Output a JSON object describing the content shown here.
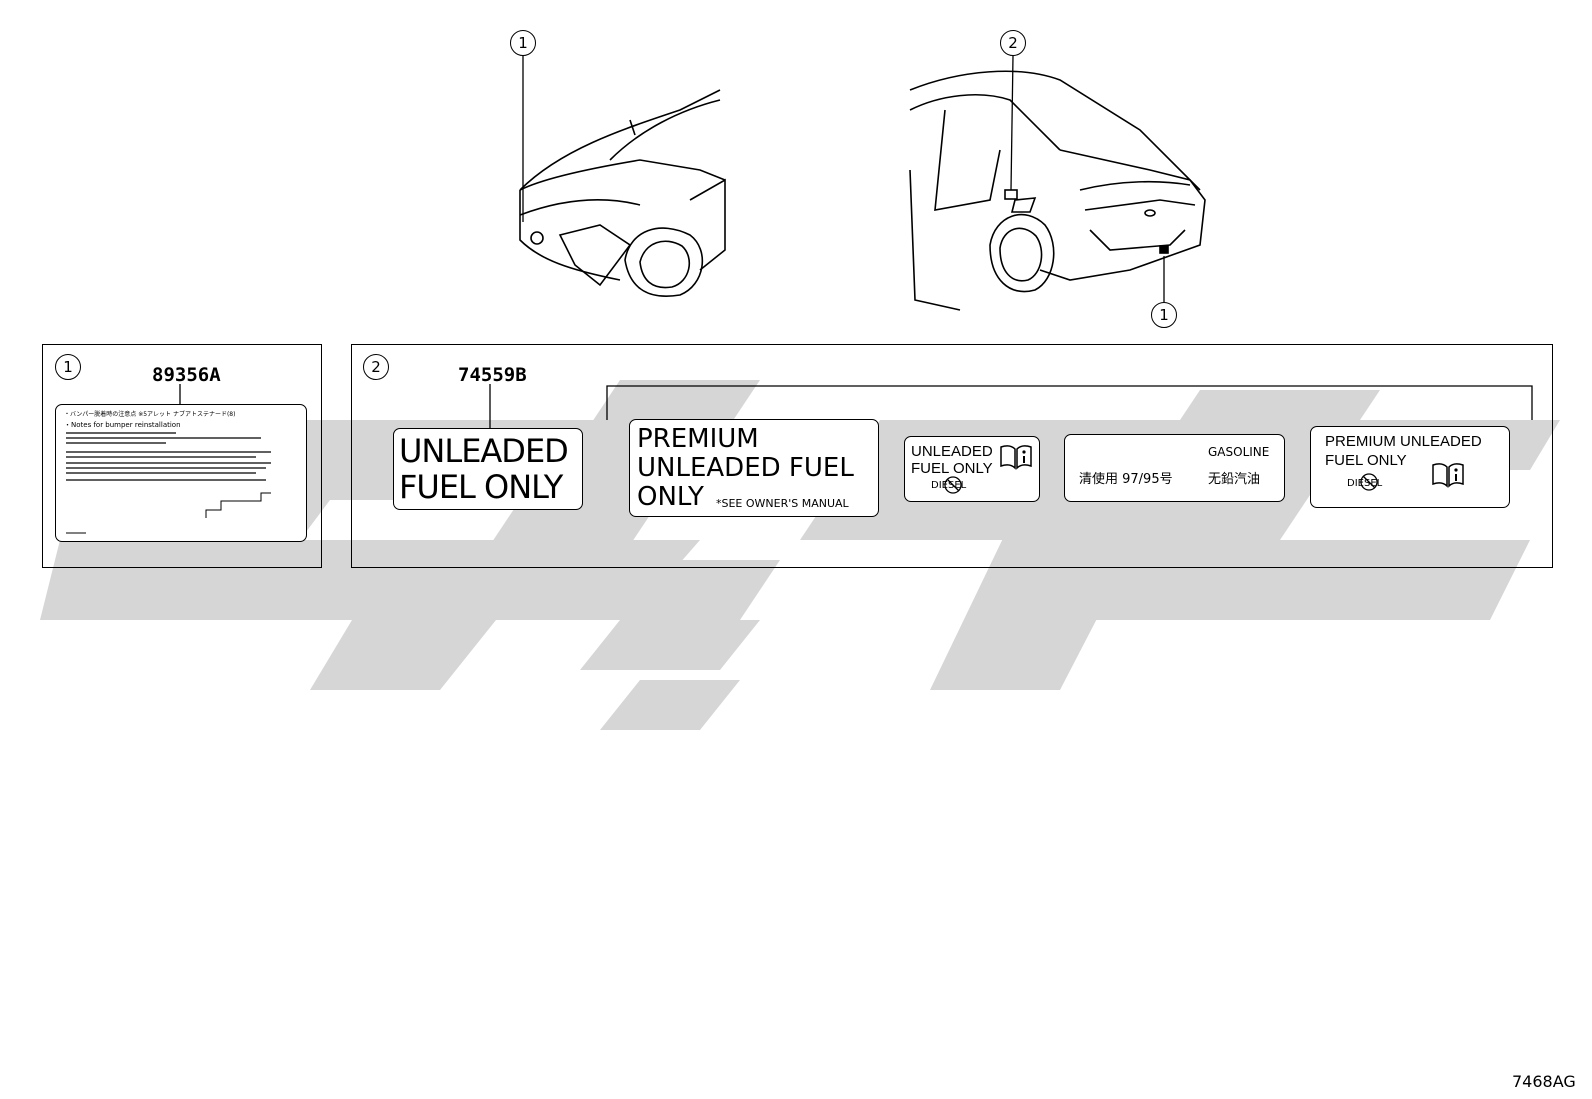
{
  "callouts": {
    "one": "1",
    "two": "2"
  },
  "panel1": {
    "part_number": "89356A",
    "label_lines": [
      "・バンパー脱着時の注意点 ※5アレット ナブアトステナード(8)",
      "・Notes for bumper reinstallation"
    ]
  },
  "panel2": {
    "part_number": "74559B",
    "label_a": {
      "line1": "UNLEADED",
      "line2": "FUEL ONLY"
    },
    "label_b": {
      "line1": "PREMIUM",
      "line2": "UNLEADED FUEL",
      "line3": "ONLY",
      "note": "*SEE OWNER'S MANUAL"
    },
    "label_c": {
      "line1": "UNLEADED",
      "line2": "FUEL ONLY",
      "stamp": "DIESEL"
    },
    "label_d": {
      "top": "GASOLINE",
      "left": "清使用 97/95号",
      "right": "无鉛汽油"
    },
    "label_e": {
      "line1": "PREMIUM  UNLEADED",
      "line2": "FUEL ONLY",
      "stamp": "DIESEL"
    }
  },
  "figure_id": "7468AG",
  "colors": {
    "watermark": "#d6d6d6",
    "line": "#000000"
  },
  "icons": [
    "book-info-icon",
    "no-diesel-icon"
  ]
}
